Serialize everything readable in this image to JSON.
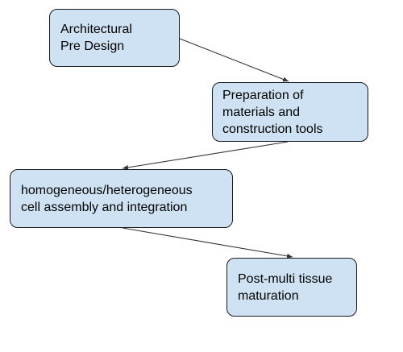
{
  "diagram": {
    "nodes": [
      {
        "id": "architectural-pre-design",
        "label": "Architectural\nPre Design"
      },
      {
        "id": "preparation-of-materials",
        "label": "Preparation of\nmaterials and\nconstruction tools"
      },
      {
        "id": "cell-assembly-integration",
        "label": "homogeneous/heterogeneous\ncell assembly and integration"
      },
      {
        "id": "post-multi-tissue-maturation",
        "label": "Post-multi tissue\nmaturation"
      }
    ],
    "edges": [
      {
        "from": "architectural-pre-design",
        "to": "preparation-of-materials"
      },
      {
        "from": "preparation-of-materials",
        "to": "cell-assembly-integration"
      },
      {
        "from": "cell-assembly-integration",
        "to": "post-multi-tissue-maturation"
      }
    ],
    "colors": {
      "node_fill": "#cfe2f3",
      "node_border": "#1a1a1a",
      "connector": "#333333"
    }
  }
}
